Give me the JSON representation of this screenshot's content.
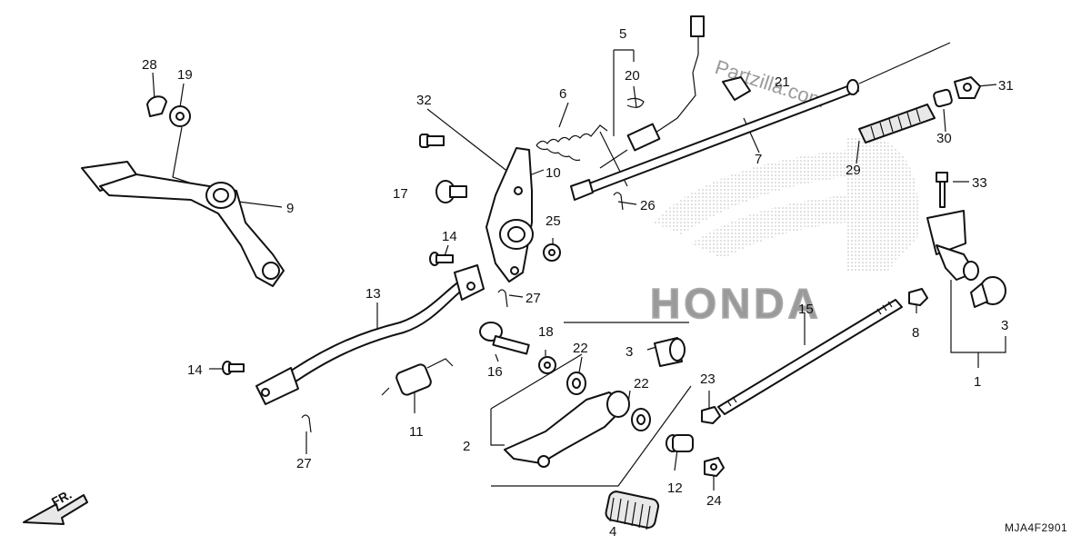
{
  "watermark": {
    "site_text": "Partzilla.com",
    "brand_text": "HONDA"
  },
  "diagram_code": "MJA4F2901",
  "front_indicator": "FR.",
  "callouts": [
    {
      "id": "c1",
      "num": "1"
    },
    {
      "id": "c2",
      "num": "2"
    },
    {
      "id": "c3a",
      "num": "3"
    },
    {
      "id": "c3b",
      "num": "3"
    },
    {
      "id": "c4",
      "num": "4"
    },
    {
      "id": "c5",
      "num": "5"
    },
    {
      "id": "c6",
      "num": "6"
    },
    {
      "id": "c7",
      "num": "7"
    },
    {
      "id": "c8",
      "num": "8"
    },
    {
      "id": "c9",
      "num": "9"
    },
    {
      "id": "c10",
      "num": "10"
    },
    {
      "id": "c11",
      "num": "11"
    },
    {
      "id": "c12",
      "num": "12"
    },
    {
      "id": "c13",
      "num": "13"
    },
    {
      "id": "c14a",
      "num": "14"
    },
    {
      "id": "c14b",
      "num": "14"
    },
    {
      "id": "c15",
      "num": "15"
    },
    {
      "id": "c16",
      "num": "16"
    },
    {
      "id": "c17",
      "num": "17"
    },
    {
      "id": "c18",
      "num": "18"
    },
    {
      "id": "c19",
      "num": "19"
    },
    {
      "id": "c20",
      "num": "20"
    },
    {
      "id": "c21",
      "num": "21"
    },
    {
      "id": "c22a",
      "num": "22"
    },
    {
      "id": "c22b",
      "num": "22"
    },
    {
      "id": "c23",
      "num": "23"
    },
    {
      "id": "c24",
      "num": "24"
    },
    {
      "id": "c25",
      "num": "25"
    },
    {
      "id": "c26",
      "num": "26"
    },
    {
      "id": "c27a",
      "num": "27"
    },
    {
      "id": "c27b",
      "num": "27"
    },
    {
      "id": "c28",
      "num": "28"
    },
    {
      "id": "c29",
      "num": "29"
    },
    {
      "id": "c30",
      "num": "30"
    },
    {
      "id": "c31",
      "num": "31"
    },
    {
      "id": "c32",
      "num": "32"
    },
    {
      "id": "c33",
      "num": "33"
    }
  ]
}
